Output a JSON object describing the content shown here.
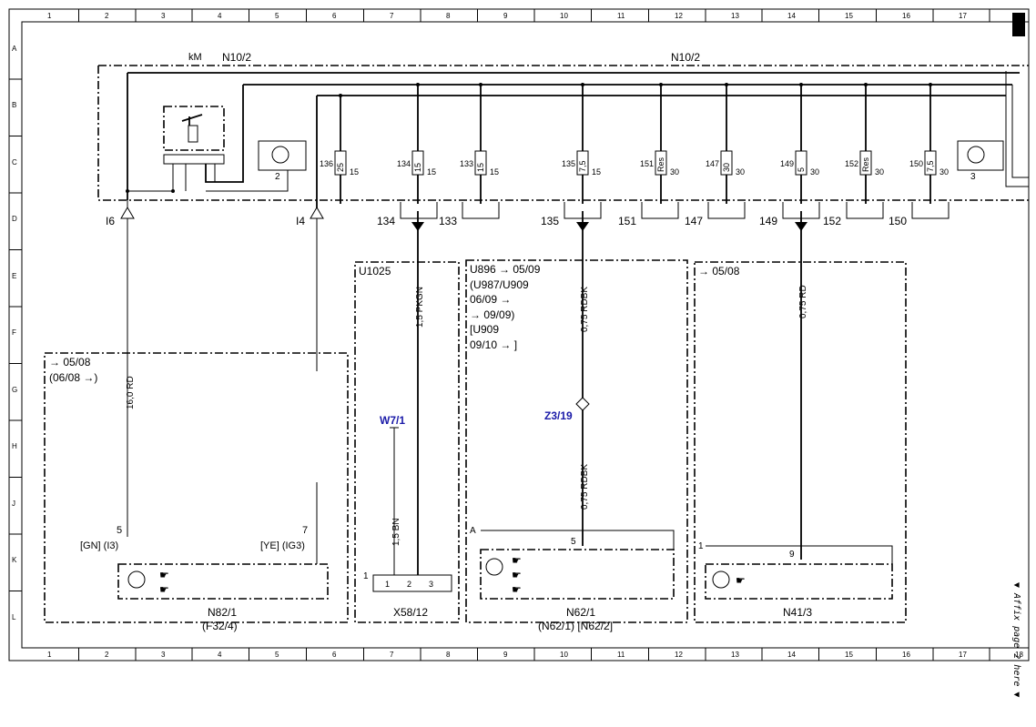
{
  "grid": {
    "columns": [
      "1",
      "2",
      "3",
      "4",
      "5",
      "6",
      "7",
      "8",
      "9",
      "10",
      "11",
      "12",
      "13",
      "14",
      "15",
      "16",
      "17",
      "18"
    ],
    "rows": [
      "A",
      "B",
      "C",
      "D",
      "E",
      "F",
      "G",
      "H",
      "J",
      "K",
      "L"
    ]
  },
  "n10_2": {
    "km_label": "kM",
    "label_left": "N10/2",
    "label_center": "N10/2",
    "relay2_num": "2",
    "relay3_num": "3"
  },
  "fuses": [
    {
      "id": "136",
      "rating": "25",
      "term": "15"
    },
    {
      "id": "134",
      "rating": "15",
      "term": "15"
    },
    {
      "id": "133",
      "rating": "15",
      "term": "15"
    },
    {
      "id": "135",
      "rating": "7,5",
      "term": "15"
    },
    {
      "id": "151",
      "rating": "Res",
      "term": "30"
    },
    {
      "id": "147",
      "rating": "30",
      "term": "30"
    },
    {
      "id": "149",
      "rating": "5",
      "term": "30"
    },
    {
      "id": "152",
      "rating": "Res",
      "term": "30"
    },
    {
      "id": "150",
      "rating": "7,5",
      "term": "30"
    }
  ],
  "connectors_bottom": [
    "134",
    "133",
    "135",
    "151",
    "147",
    "149",
    "152",
    "150"
  ],
  "side_labels": {
    "i6": "I6",
    "i4": "I4"
  },
  "n82_1": {
    "date1": "→ 05/08",
    "date2": "(06/08 →)",
    "wire": "16,0 RD",
    "pin5": "5",
    "pin7": "7",
    "pin5_note": "[GN] (I3)",
    "pin7_note": "[YE] (IG3)",
    "name": "N82/1",
    "subname": "(F32/4)"
  },
  "x58_12": {
    "code": "U1025",
    "wire_main": "1,5 PKGN",
    "wire_bn": "1,5 BN",
    "w7": "W7/1",
    "pin1": "1",
    "pin1b": "1",
    "pin2": "2",
    "pin3": "3",
    "name": "X58/12"
  },
  "n62_1": {
    "line1": "U896 → 05/09",
    "line2": "(U987/U909",
    "line3": "06/09 →",
    "line4": "→ 09/09)",
    "line5": "[U909",
    "line6": "09/10 → ]",
    "wire_top": "0,75 RDBK",
    "wire_bot": "0,75 RDBK",
    "splice": "Z3/19",
    "conn_a": "A",
    "pin5": "5",
    "name": "N62/1",
    "subname": "(N62/1)  [N62/2]"
  },
  "n41_3": {
    "date": "→ 05/08",
    "wire": "0,75 RD",
    "pin1": "1",
    "pin9": "9",
    "name": "N41/3"
  },
  "page_note": "▼ Affix page 2 here ▼"
}
